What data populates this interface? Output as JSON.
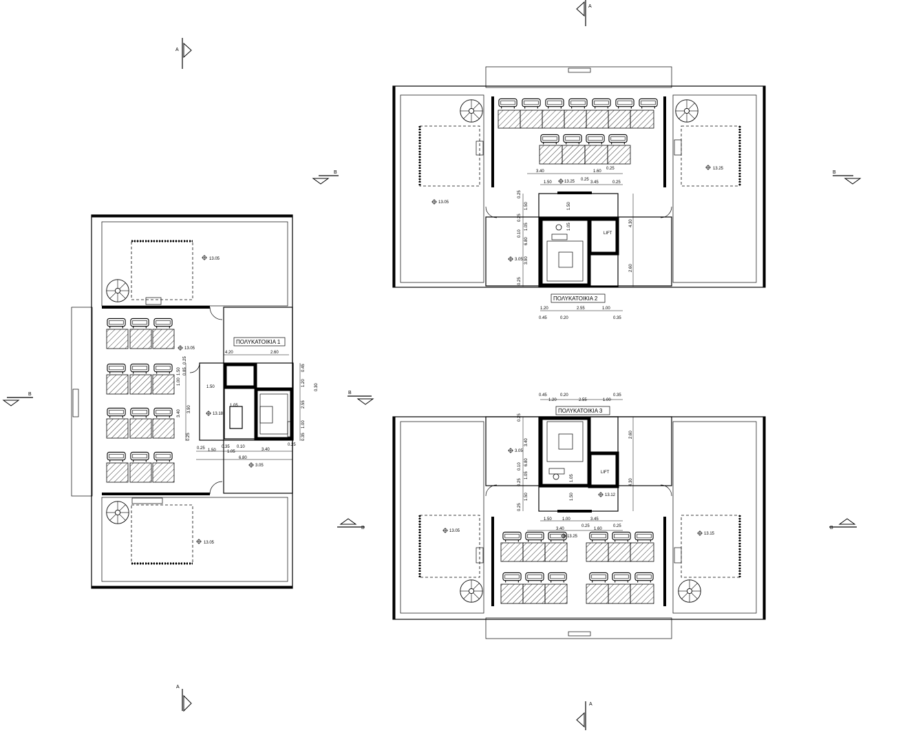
{
  "buildings": [
    {
      "label": "ΠΟΛΥΚΑΤΟΙΚΙΑ 1"
    },
    {
      "label": "ΠΟΛΥΚΑΤΟΙΚΙΑ 2"
    },
    {
      "label": "ΠΟΛΥΚΑΤΟΙΚΙΑ 3"
    }
  ],
  "section_markers": {
    "a": "A",
    "b": "B"
  },
  "lift_label": "LIFT",
  "levels": {
    "b1_top": "13.05",
    "b1_mid": "13.05",
    "b1_stair": "13.18",
    "b1_corr": "3.05",
    "b1_bottom": "13.05",
    "b2_left": "13.05",
    "b2_right": "13.25",
    "b2_stair": "13.25",
    "b2_core": "3.05",
    "b3_core": "3.05",
    "b3_lift": "13.12",
    "b3_mid": "13.25",
    "b3_left": "13.05",
    "b3_right": "13.15"
  },
  "dims_b1": {
    "d420": "4.20",
    "d260": "2.60",
    "d150": "1.50",
    "d105": "1.05",
    "d390": "3.90",
    "d340": "3.40",
    "d030": "0.30",
    "d255": "2.55",
    "d100": "1.00",
    "d025": "0.25",
    "d045": "0.45",
    "d120": "1.20",
    "d680": "6.80",
    "d010": "0.10",
    "d035": "0.35",
    "d085": "0.85"
  },
  "dims_b2": {
    "d340": "3.40",
    "d160": "1.60",
    "d025": "0.25",
    "d150": "1.50",
    "d345": "3.45",
    "d105": "1.05",
    "d430": "4.30",
    "d260": "2.60",
    "d680": "6.80",
    "d010": "0.10",
    "d390": "3.90",
    "d120": "1.20",
    "d255": "2.55",
    "d100": "1.00",
    "d045": "0.45",
    "d020": "0.20",
    "d035": "0.35"
  },
  "dims_b3": {
    "d045": "0.45",
    "d020": "0.20",
    "d035": "0.35",
    "d120": "1.20",
    "d255": "2.55",
    "d100": "1.00",
    "d340": "3.40",
    "d260": "2.60",
    "d680": "6.80",
    "d010": "0.10",
    "d105": "1.05",
    "d150": "1.50",
    "d025": "0.25",
    "d430": "4.30",
    "d345": "3.45",
    "d160": "1.60"
  }
}
